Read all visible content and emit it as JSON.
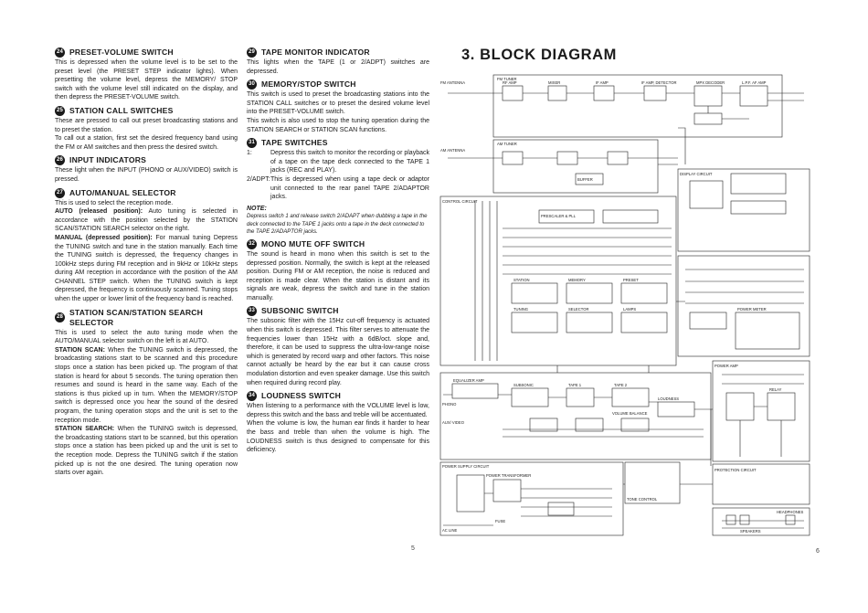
{
  "left_column": [
    {
      "num": "24",
      "title": "PRESET-VOLUME SWITCH",
      "paras": [
        "This is depressed when the volume level is to be set to the preset level (the PRESET STEP indicator lights). When presetting the volume level, depress the MEMORY/ STOP switch with the volume level still indicated on the display, and then depress the PRESET-VOLUME switch."
      ]
    },
    {
      "num": "25",
      "title": "STATION CALL SWITCHES",
      "paras": [
        "These are pressed to call out preset broadcasting stations and to preset the station.",
        "To call out a station, first set the desired frequency band using the FM or AM switches and then press the desired switch."
      ]
    },
    {
      "num": "26",
      "title": "INPUT INDICATORS",
      "paras": [
        "These light when the INPUT (PHONO or AUX/VIDEO) switch is pressed."
      ]
    },
    {
      "num": "27",
      "title": "AUTO/MANUAL SELECTOR",
      "paras": [
        "This is used to select the reception mode."
      ],
      "labeled": [
        {
          "label": "AUTO (released position):",
          "text": " Auto tuning is selected in accordance with the position selected by the STATION SCAN/STATION SEARCH selector on the right."
        },
        {
          "label": "MANUAL (depressed position):",
          "text": " For manual tuning Depress the TUNING switch and tune in the station manually. Each time the TUNING switch is depressed, the frequency changes in 100kHz steps during FM reception and in 9kHz or 10kHz steps during AM reception in accordance with the position of the AM CHANNEL STEP switch. When the TUNING switch is kept depressed, the frequency is continuously scanned. Tuning stops when the upper or lower limit of the frequency band is reached."
        }
      ]
    },
    {
      "num": "28",
      "title": "STATION SCAN/STATION SEARCH SELECTOR",
      "paras": [
        "This is used to select the auto tuning mode when the AUTO/MANUAL selector switch on the left is at AUTO."
      ],
      "labeled": [
        {
          "label": "STATION SCAN:",
          "text": " When the TUNING switch is depressed, the broadcasting stations start to be scanned and this procedure stops once a station has been picked up. The program of that station is heard for about 5 seconds. The tuning operation then resumes and sound is heard in the same way. Each of the stations is thus picked up in turn. When the MEMORY/STOP switch is depressed once you hear the sound of the desired program, the tuning operation stops and the unit is set to the reception mode."
        },
        {
          "label": "STATION SEARCH:",
          "text": " When the TUNING switch is depressed, the broadcasting stations start to be scanned, but this operation stops once a station has been picked up and the unit is set to the reception mode. Depress the TUNING switch if the station picked up is not the one desired. The tuning operation now starts over again."
        }
      ]
    }
  ],
  "right_column": [
    {
      "num": "29",
      "title": "TAPE MONITOR INDICATOR",
      "paras": [
        "This lights when the TAPE (1 or 2/ADPT) switches are depressed."
      ]
    },
    {
      "num": "30",
      "title": "MEMORY/STOP SWITCH",
      "paras": [
        "This switch is used to preset the broadcasting stations into the STATION CALL switches or to preset the desired volume level into the PRESET-VOLUME switch.",
        "This switch is also used to stop the tuning operation during the STATION SEARCH or STATION SCAN functions."
      ]
    },
    {
      "num": "31",
      "title": "TAPE SWITCHES",
      "hang": [
        {
          "key": "1:",
          "text": "Depress this switch to monitor the recording or playback of a tape on the tape deck connected to the TAPE 1 jacks (REC and PLAY)."
        },
        {
          "key": "2/ADPT:",
          "text": "This is depressed when using a tape deck or adaptor unit connected to the rear panel TAPE 2/ADAPTOR jacks."
        }
      ],
      "note_title": "NOTE:",
      "note": "Depress switch 1 and release switch 2/ADAPT when dubbing a tape in the deck connected to the TAPE 1 jacks onto a tape in the deck connected to the TAPE 2/ADAPTOR jacks."
    },
    {
      "num": "32",
      "title": "MONO MUTE OFF SWITCH",
      "paras": [
        "The sound is heard in mono when this switch is set to the depressed position. Normally, the switch is kept at the released position. During FM or AM reception, the noise is reduced and reception is made clear. When the station is distant and its signals are weak, depress the switch and tune in the station manually."
      ]
    },
    {
      "num": "33",
      "title": "SUBSONIC SWITCH",
      "paras": [
        "The subsonic filter with the 15Hz cut-off frequency is actuated when this switch is depressed. This filter serves to attenuate the frequencies lower than 15Hz with a 6dB/oct. slope and, therefore, it can be used to suppress the ultra-low-range noise which is generated by record warp and other factors. This noise cannot actually be heard by the ear but it can cause cross modulation distortion and even speaker damage. Use this switch when required during record play."
      ]
    },
    {
      "num": "34",
      "title": "LOUDNESS SWITCH",
      "paras": [
        "When listening to a performance with the VOLUME level is low, depress this switch and the bass and treble will be accentuated.",
        "When the volume is low, the human ear finds it harder to hear the bass and treble than when the volume is high. The LOUDNESS switch is thus designed to compensate for this deficiency."
      ]
    }
  ],
  "block_diagram": {
    "title": "3. BLOCK DIAGRAM",
    "labels": {
      "fm_tuner": "FM TUNER",
      "am_tuner": "AM TUNER",
      "rf_amp": "RF AMP",
      "mixer": "MIXER",
      "if_amp": "IF AMP",
      "if_amp_detector": "IF AMP, DETECTOR",
      "mpx_decoder": "MPX DECODER",
      "lpf_af_amp": "L.P.F. AF AMP",
      "fm_antenna": "FM ANTENNA",
      "am_antenna": "AM ANTENNA",
      "buffer": "BUFFER",
      "control_circuit": "CONTROL CIRCUIT",
      "display_circuit": "DISPLAY CIRCUIT",
      "prescaler_pll": "PRESCALER & PLL",
      "equalizer_amp": "EQUALIZER AMP",
      "power_amp": "POWER AMP",
      "power_supply_circuit": "POWER SUPPLY CIRCUIT",
      "tone_control": "TONE CONTROL",
      "protection_circuit": "PROTECTION CIRCUIT",
      "volume_balance": "VOLUME BALANCE",
      "loudness": "LOUDNESS",
      "power_transformer": "POWER TRANSFORMER",
      "fuse": "FUSE",
      "ac_line": "AC LINE",
      "phono": "PHONO",
      "aux_video": "AUX/ VIDEO",
      "tape1": "TAPE 1",
      "tape2": "TAPE 2",
      "speakers": "SPEAKERS",
      "headphones": "HEADPHONES",
      "power_meter": "POWER METER",
      "relay": "RELAY",
      "subsonic": "SUBSONIC",
      "station": "STATION",
      "memory": "MEMORY",
      "preset": "PRESET",
      "tuning": "TUNING",
      "selector": "SELECTOR",
      "lamps": "LAMPS"
    }
  },
  "page_numbers": {
    "left": "5",
    "right": "6"
  },
  "colors": {
    "ink": "#1a1a1a",
    "paper": "#ffffff"
  }
}
